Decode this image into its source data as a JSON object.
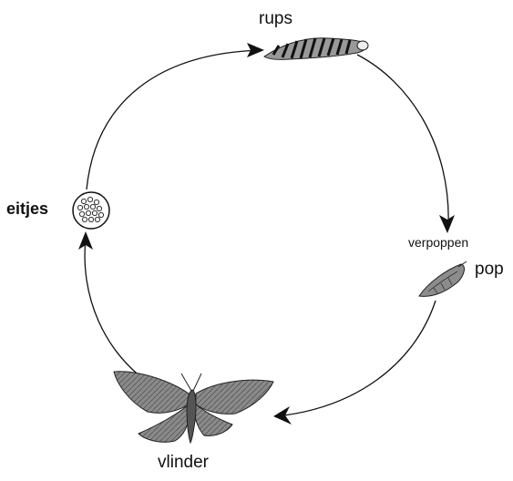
{
  "diagram": {
    "labels": {
      "rups": "rups",
      "eitjes": "eitjes",
      "verpoppen": "verpoppen",
      "pop": "pop",
      "vlinder": "vlinder"
    },
    "stages": [
      "eitjes",
      "rups",
      "pop",
      "vlinder"
    ],
    "colors": {
      "line": "#111111",
      "background": "#ffffff",
      "illustration": "#6e6e6e"
    }
  }
}
